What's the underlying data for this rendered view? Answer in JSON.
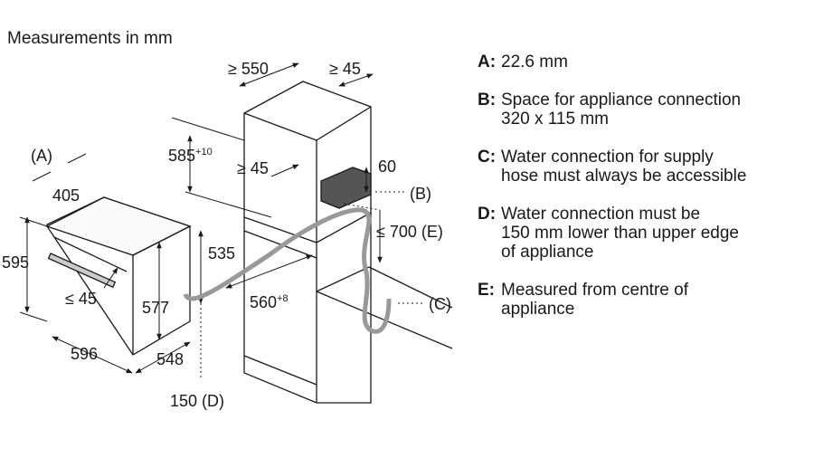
{
  "title": "Measurements in mm",
  "labels": {
    "a_paren": "(A)",
    "w405": "405",
    "h595": "595",
    "le45_front": "≤ 45",
    "h577": "577",
    "h535": "535",
    "w596": "596",
    "d548": "548",
    "d150": "150 (D)",
    "ge550": "≥ 550",
    "ge45_top": "≥ 45",
    "h585": "585",
    "h585_sup": "+10",
    "ge45_mid": "≥ 45",
    "n60": "60",
    "b_paren": "(B)",
    "le700": "≤ 700 (E)",
    "c_paren": "(C)",
    "n560": "560",
    "n560_sup": "+8"
  },
  "legend": [
    {
      "key": "A:",
      "text": "22.6 mm"
    },
    {
      "key": "B:",
      "text": "Space for appliance connection\n320 x 115 mm"
    },
    {
      "key": "C:",
      "text": "Water connection for supply\nhose must always be accessible"
    },
    {
      "key": "D:",
      "text": "Water connection must be\n150 mm lower than upper edge\nof appliance"
    },
    {
      "key": "E:",
      "text": "Measured from centre of\nappliance"
    }
  ]
}
